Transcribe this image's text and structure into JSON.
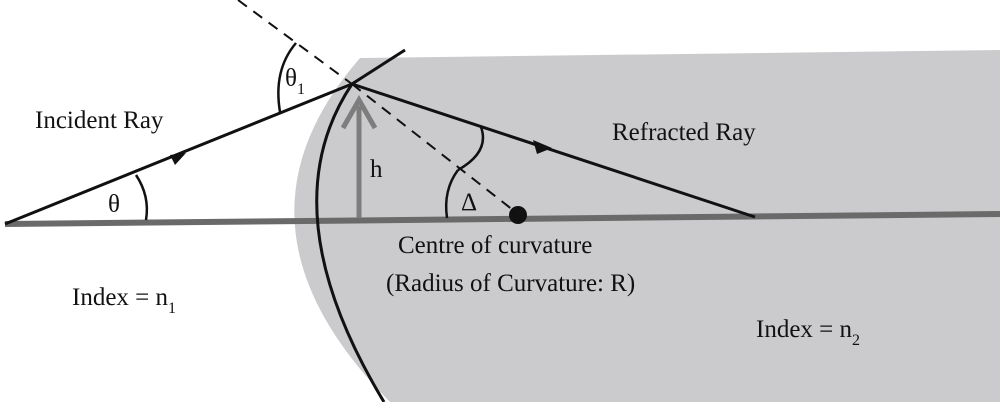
{
  "diagram": {
    "title": "Refraction at a spherical surface",
    "labels": {
      "incident_ray": "Incident Ray",
      "refracted_ray": "Refracted Ray",
      "theta": "θ",
      "theta1_symbol": "θ",
      "theta1_sub": "1",
      "height": "h",
      "delta": "Δ",
      "centre": "Centre of curvature",
      "radius": "(Radius of Curvature: R)",
      "index1_prefix": "Index = n",
      "index1_sub": "1",
      "index2_prefix": "Index = n",
      "index2_sub": "2"
    },
    "colors": {
      "medium2_fill": "#cbcbcd",
      "axis": "#6a6a6a",
      "height_arrow": "#7d7d7d",
      "ray": "#111111"
    }
  }
}
